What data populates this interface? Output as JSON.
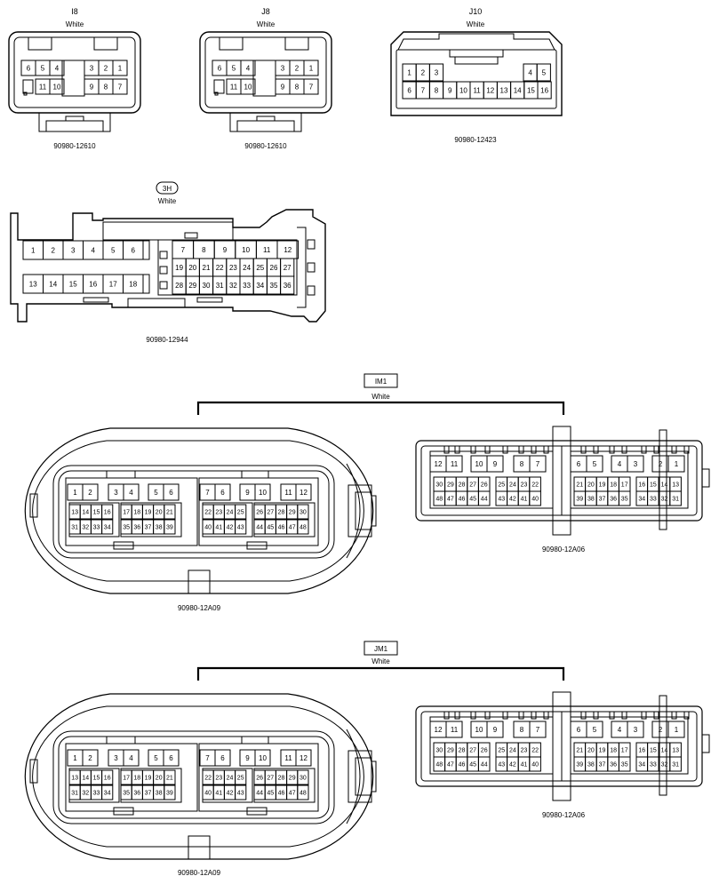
{
  "connectors": {
    "i8": {
      "name": "I8",
      "color": "White",
      "part_number": "90980-12610",
      "pins_top": [
        "6",
        "5",
        "4",
        "3",
        "2",
        "1"
      ],
      "pins_bottom": [
        "11",
        "10",
        "9",
        "8",
        "7"
      ]
    },
    "j8": {
      "name": "J8",
      "color": "White",
      "part_number": "90980-12610",
      "pins_top": [
        "6",
        "5",
        "4",
        "3",
        "2",
        "1"
      ],
      "pins_bottom": [
        "11",
        "10",
        "9",
        "8",
        "7"
      ]
    },
    "j10": {
      "name": "J10",
      "color": "White",
      "part_number": "90980-12423",
      "pins_top": [
        "1",
        "2",
        "3",
        "4",
        "5"
      ],
      "pins_bottom": [
        "6",
        "7",
        "8",
        "9",
        "10",
        "11",
        "12",
        "13",
        "14",
        "15",
        "16"
      ]
    },
    "c3h": {
      "name": "3H",
      "color": "White",
      "part_number": "90980-12944",
      "pins_left_top": [
        "1",
        "2",
        "3",
        "4",
        "5",
        "6"
      ],
      "pins_left_bottom": [
        "13",
        "14",
        "15",
        "16",
        "17",
        "18"
      ],
      "pins_right_row1": [
        "7",
        "8",
        "9",
        "10",
        "11",
        "12"
      ],
      "pins_right_row2": [
        "19",
        "20",
        "21",
        "22",
        "23",
        "24",
        "25",
        "26",
        "27"
      ],
      "pins_right_row3": [
        "28",
        "29",
        "30",
        "31",
        "32",
        "33",
        "34",
        "35",
        "36"
      ]
    },
    "im1": {
      "name": "IM1",
      "color": "White",
      "male_part_number": "90980-12A09",
      "female_part_number": "90980-12A06"
    },
    "jm1": {
      "name": "JM1",
      "color": "White",
      "male_part_number": "90980-12A09",
      "female_part_number": "90980-12A06"
    }
  },
  "a09_pins": {
    "row1": [
      [
        "1",
        "2"
      ],
      [
        "3",
        "4"
      ],
      [
        "5",
        "6"
      ],
      [
        "7",
        "6"
      ],
      [
        "9",
        "10"
      ],
      [
        "11",
        "12"
      ]
    ],
    "row2": [
      [
        "13",
        "14",
        "15",
        "16"
      ],
      [
        "17",
        "18",
        "19",
        "20",
        "21"
      ],
      [
        "22",
        "23",
        "24",
        "25"
      ],
      [
        "26",
        "27",
        "28",
        "29",
        "30"
      ]
    ],
    "row3": [
      [
        "31",
        "32",
        "33",
        "34"
      ],
      [
        "35",
        "36",
        "37",
        "38",
        "39"
      ],
      [
        "40",
        "41",
        "42",
        "43"
      ],
      [
        "44",
        "45",
        "46",
        "47",
        "48"
      ]
    ]
  },
  "a06_pins": {
    "row1": [
      [
        "12",
        "11"
      ],
      [
        "10",
        "9"
      ],
      [
        "8",
        "7"
      ],
      [
        "6",
        "5"
      ],
      [
        "4",
        "3"
      ],
      [
        "2",
        "1"
      ]
    ],
    "row2": [
      [
        "30",
        "29",
        "28",
        "27",
        "26"
      ],
      [
        "25",
        "24",
        "23",
        "22"
      ],
      [
        "21",
        "20",
        "19",
        "18",
        "17"
      ],
      [
        "16",
        "15",
        "14",
        "13"
      ]
    ],
    "row3": [
      [
        "48",
        "47",
        "46",
        "45",
        "44"
      ],
      [
        "43",
        "42",
        "41",
        "40"
      ],
      [
        "39",
        "38",
        "37",
        "36",
        "35"
      ],
      [
        "34",
        "33",
        "32",
        "31"
      ]
    ]
  }
}
